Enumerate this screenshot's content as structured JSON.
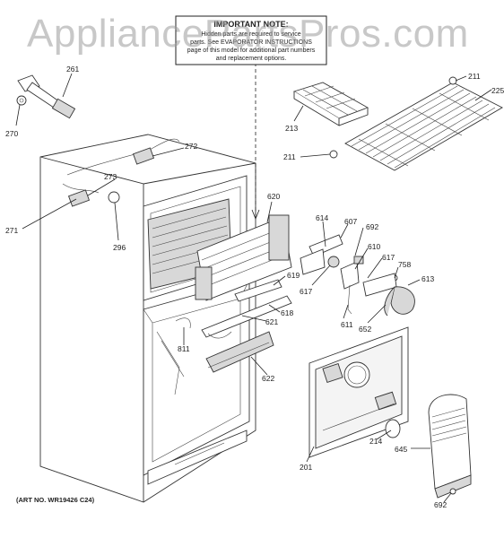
{
  "watermark": "AppliancePartsPros.com",
  "note": {
    "title": "IMPORTANT NOTE:",
    "lines": [
      "Hidden parts are required to service",
      "parts. See EVAPORATOR INSTRUCTIONS",
      "page of this model for additional part numbers",
      "and replacement options."
    ]
  },
  "art_number": "(ART NO. WR19426 C24)",
  "callouts": {
    "c261": "261",
    "c270": "270",
    "c272": "272",
    "c273": "273",
    "c271": "271",
    "c296": "296",
    "c213": "213",
    "c211a": "211",
    "c211b": "211",
    "c225": "225",
    "c620": "620",
    "c614": "614",
    "c607": "607",
    "c692a": "692",
    "c610": "610",
    "c617a": "617",
    "c617b": "617",
    "c758": "758",
    "c613": "613",
    "c619": "619",
    "c618": "618",
    "c621": "621",
    "c611": "611",
    "c652": "652",
    "c811": "811",
    "c622": "622",
    "c214": "214",
    "c201": "201",
    "c645": "645",
    "c692b": "692"
  }
}
